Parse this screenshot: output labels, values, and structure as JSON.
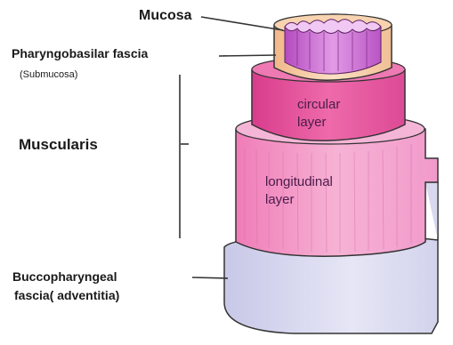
{
  "labels": {
    "mucosa": "Mucosa",
    "pharyngobasilar": "Pharyngobasilar fascia",
    "submucosa": "(Submucosa)",
    "muscularis": "Muscularis",
    "circular_line1": "circular",
    "circular_line2": "layer",
    "longitudinal_line1": "longitudinal",
    "longitudinal_line2": "layer",
    "bucco_line1": "Buccopharyngeal",
    "bucco_line2": "fascia( adventitia)"
  },
  "colors": {
    "adventitia": "#dcdcf2",
    "longitudinal": "#f2a6cc",
    "circular": "#e8579f",
    "submucosa": "#f7cfa8",
    "mucosa": "#c95fcf"
  }
}
